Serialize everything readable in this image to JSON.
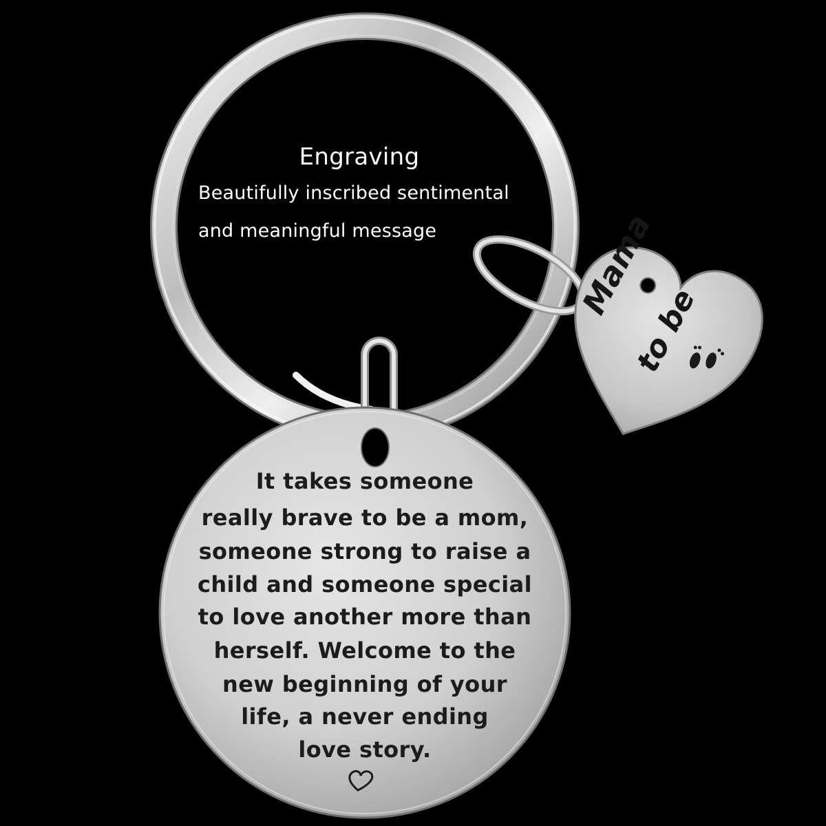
{
  "overlay": {
    "title": "Engraving",
    "subtitle_lines": [
      "Beautifully inscribed sentimental",
      "and meaningful message"
    ]
  },
  "round_tag": {
    "lines": [
      "It takes someone",
      "really brave to be a mom,",
      "someone strong to raise a",
      "child and someone special",
      "to love another more than",
      "herself. Welcome to the",
      "new beginning of your",
      "life, a never ending",
      "love story."
    ],
    "icon": "heart-outline-icon"
  },
  "heart_charm": {
    "lines": [
      "Mama",
      "to be"
    ],
    "icon": "baby-footprints-icon"
  },
  "colors": {
    "background": "#000000",
    "metal_light": "#e9e9e9",
    "metal_dark": "#8a8a8a",
    "engraving": "#1c1c1c",
    "overlay_text": "#ffffff"
  }
}
